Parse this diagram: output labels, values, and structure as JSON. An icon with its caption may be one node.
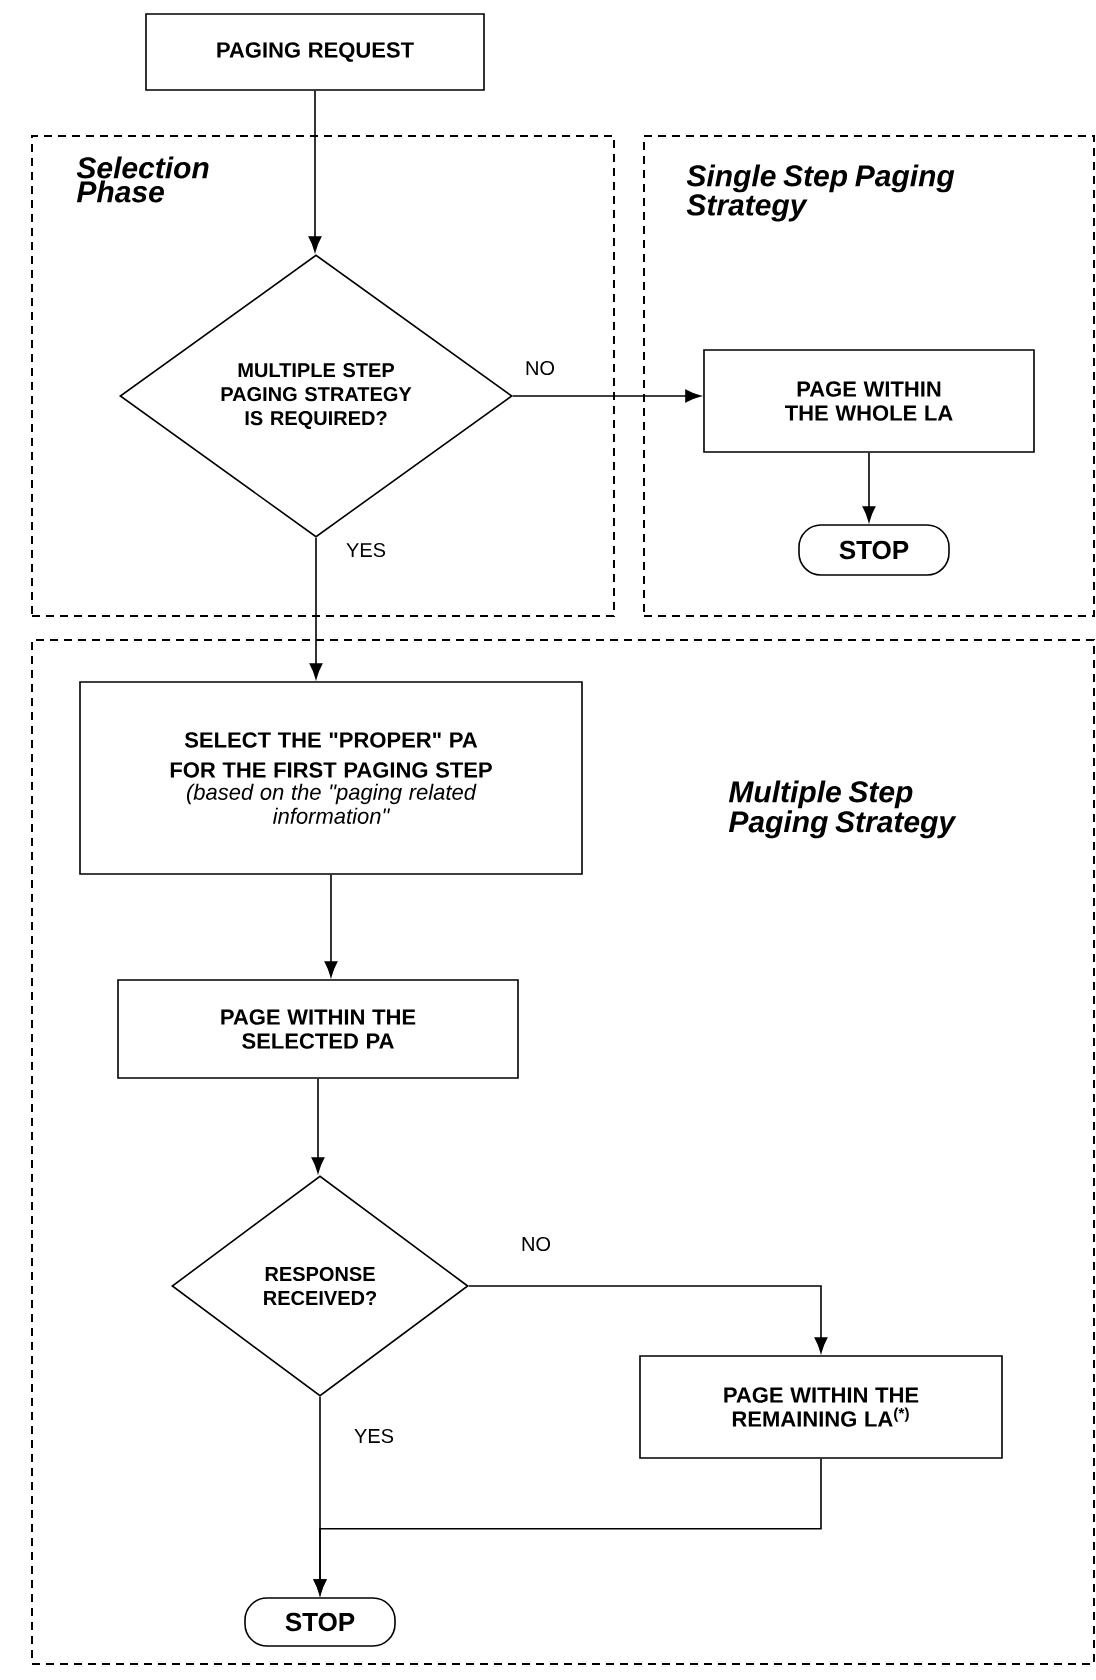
{
  "diagram": {
    "nodes": [
      {
        "text": [
          "PAGING REQUEST"
        ]
      },
      {
        "text": [
          "Selection Phase"
        ]
      },
      {
        "text": [
          "Single Step Paging Strategy"
        ]
      },
      {
        "text": [
          "Multiple Step Paging Strategy"
        ]
      },
      {
        "text": [
          "MULTIPLE STEP PAGING STRATEGY IS REQUIRED?"
        ],
        "in": 1
      },
      {
        "text": [
          "PAGE WITHIN THE WHOLE LA"
        ],
        "in": 2
      },
      {
        "text": [
          "STOP"
        ],
        "in": 2
      },
      {
        "text": [
          "SELECT THE \"PROPER\" PA FOR THE FIRST PAGING STEP",
          "(based on the \"paging related information\""
        ],
        "in": 3
      },
      {
        "text": [
          "PAGE WITHIN THE SELECTED PA"
        ],
        "in": 3
      },
      {
        "text": [
          "RESPONSE RECEIVED?"
        ],
        "in": 3
      },
      {
        "text": [
          "PAGE WITHIN THE REMAINING LA$^{(*)}$"
        ],
        "in": 3
      },
      {
        "text": [
          "STOP"
        ],
        "in": 3
      }
    ],
    "edges": [
      {
        "from": 0,
        "to": 4,
        "arrow": "to"
      },
      {
        "from": 4,
        "to": 5,
        "arrow": "to",
        "label": "NO"
      },
      {
        "from": 4,
        "to": 7,
        "arrow": "to",
        "label": "YES"
      },
      {
        "from": 5,
        "to": 6,
        "arrow": "to"
      },
      {
        "from": 7,
        "to": 8,
        "arrow": "to"
      },
      {
        "from": 8,
        "to": 9,
        "arrow": "to"
      },
      {
        "from": 9,
        "to": 10,
        "arrow": "to",
        "label": "NO"
      },
      {
        "from": 9,
        "to": 11,
        "arrow": "to",
        "label": "YES"
      },
      {
        "from": 10,
        "to": 11,
        "arrow": "to"
      }
    ]
  }
}
